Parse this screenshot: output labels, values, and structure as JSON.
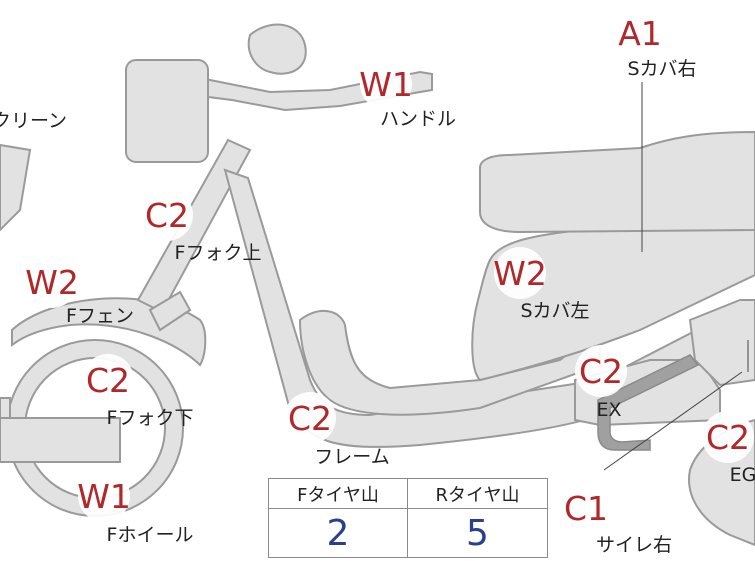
{
  "parts": [
    {
      "id": "screen",
      "label": "スクリーン",
      "grade": ""
    },
    {
      "id": "handle",
      "label": "ハンドル",
      "grade": "W1"
    },
    {
      "id": "scover-right",
      "label": "Sカバ右",
      "grade": "A1"
    },
    {
      "id": "ffork-upper",
      "label": "Fフォク上",
      "grade": "C2"
    },
    {
      "id": "ffender",
      "label": "Fフェン",
      "grade": "W2"
    },
    {
      "id": "scover-left",
      "label": "Sカバ左",
      "grade": "W2"
    },
    {
      "id": "ffork-lower",
      "label": "Fフォク下",
      "grade": "C2"
    },
    {
      "id": "exhaust",
      "label": "EX",
      "grade": "C2"
    },
    {
      "id": "frame",
      "label": "フレーム",
      "grade": "C2"
    },
    {
      "id": "engine",
      "label": "EG",
      "grade": "C2"
    },
    {
      "id": "fwheel",
      "label": "Fホイール",
      "grade": "W1"
    },
    {
      "id": "silencer-right",
      "label": "サイレ右",
      "grade": "C1"
    }
  ],
  "tires": {
    "front": {
      "label": "Fタイヤ山",
      "value": "2"
    },
    "rear": {
      "label": "Rタイヤ山",
      "value": "5"
    }
  },
  "colors": {
    "grade": "#b0282a",
    "tire_value": "#2a3f8f",
    "body": "#e2e2e2",
    "outline": "#9a9a9a"
  }
}
